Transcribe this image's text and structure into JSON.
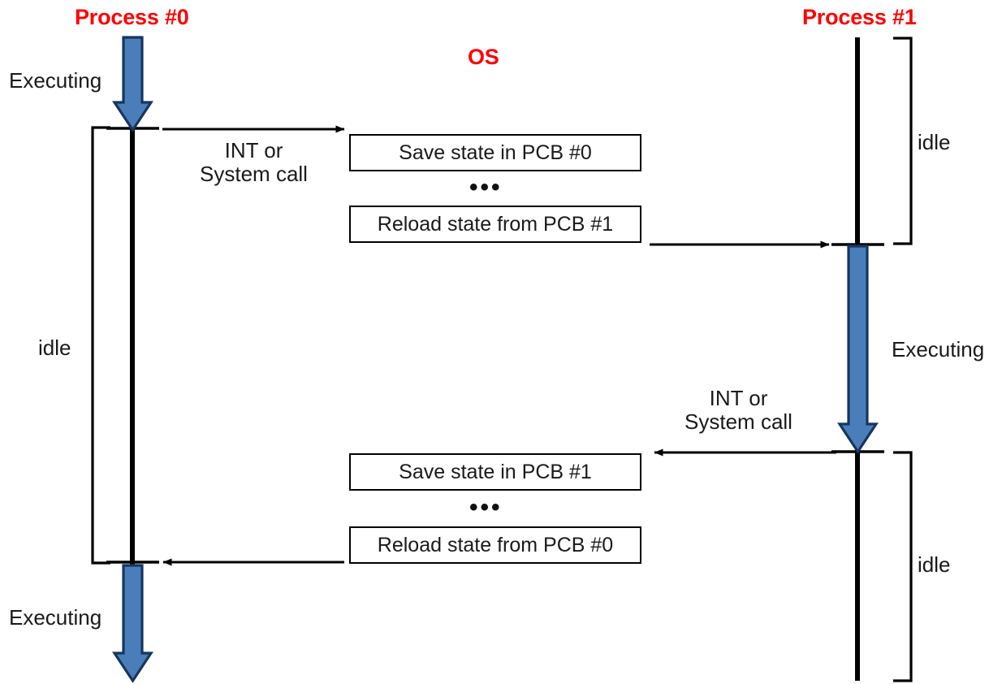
{
  "diagram": {
    "title_left": "Process #0",
    "title_center": "OS",
    "title_right": "Process #1",
    "ellipsis": "•••",
    "accent_red": "#ff0000",
    "accent_blue": "#4a7ebb",
    "line_black": "#000000",
    "text_color": "#1a1a1a"
  },
  "process0": {
    "executing_top": "Executing",
    "idle_middle": "idle",
    "executing_bottom": "Executing"
  },
  "process1": {
    "idle_top": "idle",
    "executing_middle": "Executing",
    "idle_bottom": "idle"
  },
  "transitions": {
    "int_top_line1": "INT or",
    "int_top_line2": "System call",
    "int_bottom_line1": "INT or",
    "int_bottom_line2": "System call"
  },
  "os_steps_top": [
    {
      "label": "Save state in PCB #0"
    },
    {
      "label": "Reload state from PCB #1"
    }
  ],
  "os_steps_bottom": [
    {
      "label": "Save state in PCB #1"
    },
    {
      "label": "Reload state from PCB #0"
    }
  ]
}
